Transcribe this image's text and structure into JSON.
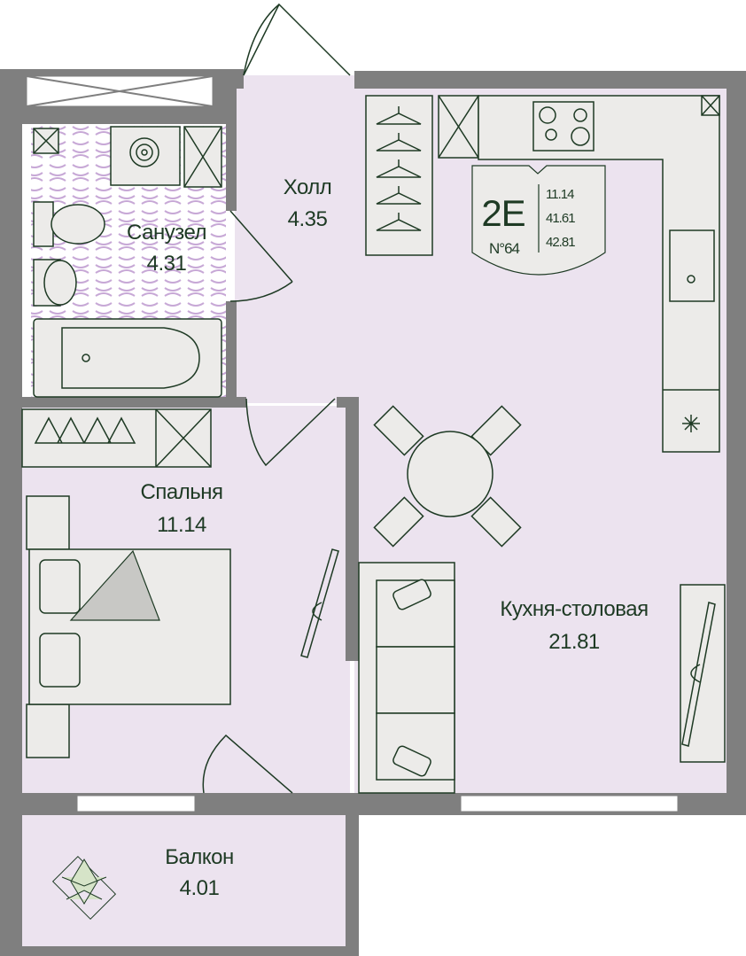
{
  "plan": {
    "type_code": "2E",
    "apartment_number": "N°64",
    "areas": [
      "11.14",
      "41.61",
      "42.81"
    ]
  },
  "rooms": [
    {
      "name": "Холл",
      "area": "4.35"
    },
    {
      "name": "Санузел",
      "area": "4.31"
    },
    {
      "name": "Спальня",
      "area": "11.14"
    },
    {
      "name": "Кухня-столовая",
      "area": "21.81"
    },
    {
      "name": "Балкон",
      "area": "4.01"
    }
  ],
  "colors": {
    "wall": "#7f7f7f",
    "floor": "#ece3ef",
    "line": "#1e3a24",
    "furniture": "#ecebe9"
  }
}
